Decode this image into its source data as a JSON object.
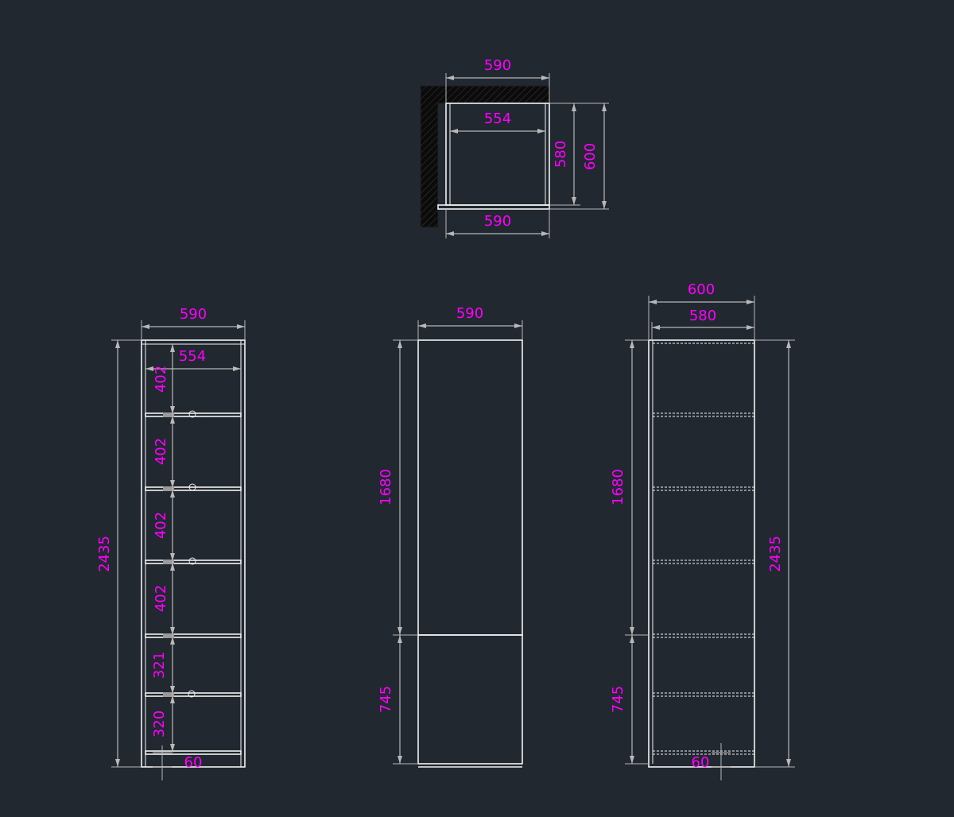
{
  "colors": {
    "background": "#212830",
    "object_lines": "#f2f2f2",
    "dimension_lines": "#b8b8b8",
    "dimension_text": "#ff00ff",
    "hatch_fill": "#0b0b0b"
  },
  "top_view": {
    "overall_width_top": "590",
    "inner_width": "554",
    "overall_width_bottom": "590",
    "body_depth": "580",
    "overall_depth": "600"
  },
  "front_open_view": {
    "overall_width": "590",
    "inner_width": "554",
    "overall_height": "2435",
    "shelf_spacings": [
      "402",
      "402",
      "402",
      "402",
      "321",
      "320"
    ],
    "plinth_height": "60"
  },
  "front_closed_view": {
    "overall_width": "590",
    "upper_door_height": "1680",
    "lower_door_height": "745"
  },
  "side_view": {
    "overall_depth": "600",
    "body_depth": "580",
    "upper_height": "1680",
    "lower_height": "745",
    "overall_height": "2435",
    "plinth_height": "60"
  }
}
